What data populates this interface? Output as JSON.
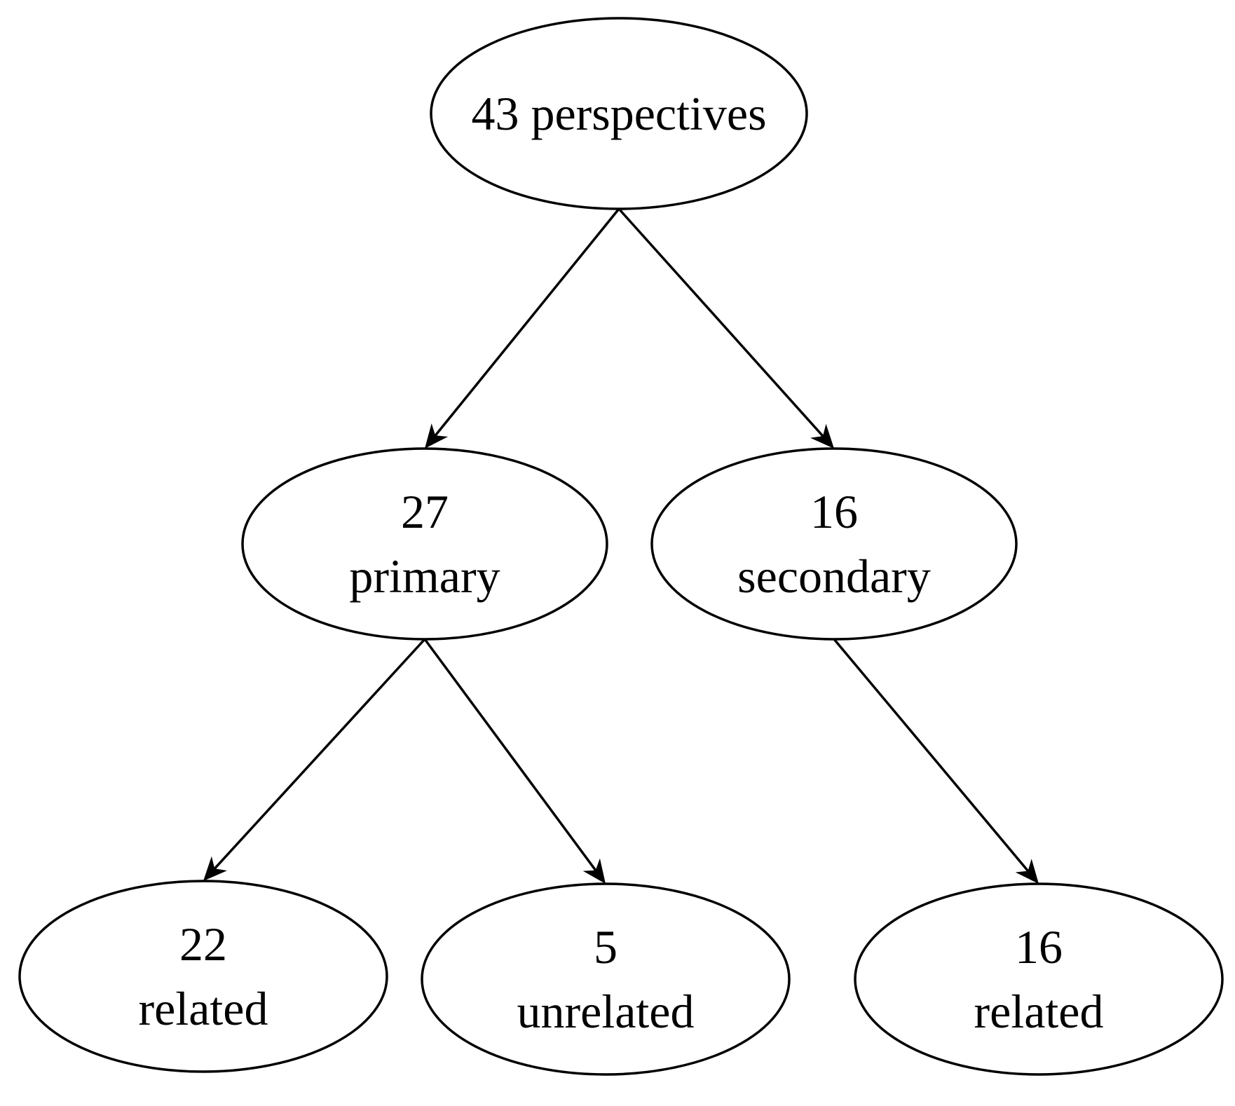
{
  "diagram": {
    "nodes": [
      {
        "id": "root",
        "lines": [
          "43 perspectives"
        ]
      },
      {
        "id": "primary",
        "lines": [
          "27",
          "primary"
        ]
      },
      {
        "id": "secondary",
        "lines": [
          "16",
          "secondary"
        ]
      },
      {
        "id": "primary-related",
        "lines": [
          "22",
          "related"
        ]
      },
      {
        "id": "primary-unrelated",
        "lines": [
          "5",
          "unrelated"
        ]
      },
      {
        "id": "secondary-related",
        "lines": [
          "16",
          "related"
        ]
      }
    ],
    "edges": [
      {
        "from": "root",
        "to": "primary"
      },
      {
        "from": "root",
        "to": "secondary"
      },
      {
        "from": "primary",
        "to": "primary-related"
      },
      {
        "from": "primary",
        "to": "primary-unrelated"
      },
      {
        "from": "secondary",
        "to": "secondary-related"
      }
    ],
    "colors": {
      "stroke": "#000000",
      "fill": "#ffffff",
      "text": "#000000"
    }
  }
}
